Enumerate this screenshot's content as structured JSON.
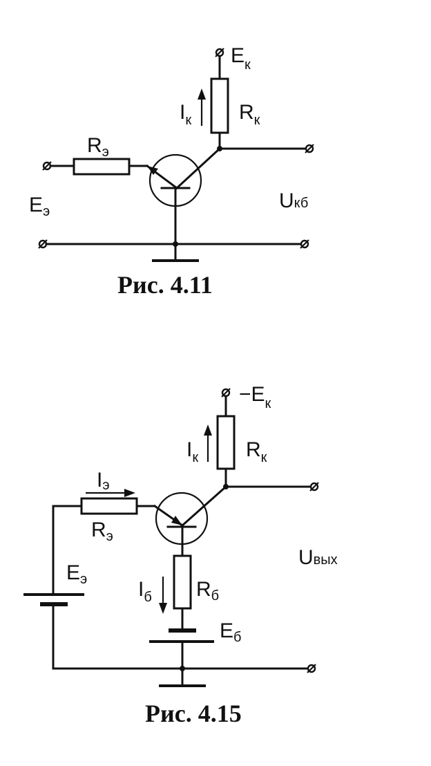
{
  "fig1": {
    "caption": "Рис. 4.11",
    "labels": {
      "ek_main": "E",
      "ek_sub": "к",
      "ik_main": "I",
      "ik_sub": "к",
      "rk_main": "R",
      "rk_sub": "к",
      "re_main": "R",
      "re_sub": "э",
      "ee_main": "E",
      "ee_sub": "э",
      "ukb_main": "U",
      "ukb_sub": "кб"
    }
  },
  "fig2": {
    "caption": "Рис. 4.15",
    "labels": {
      "ek_main": "−E",
      "ek_sub": "к",
      "ik_main": "I",
      "ik_sub": "к",
      "rk_main": "R",
      "rk_sub": "к",
      "ie_main": "I",
      "ie_sub": "э",
      "re_main": "R",
      "re_sub": "э",
      "ee_main": "E",
      "ee_sub": "э",
      "uout_main": "U",
      "uout_sub": "вых",
      "ib_main": "I",
      "ib_sub": "б",
      "rb_main": "R",
      "rb_sub": "б",
      "eb_main": "E",
      "eb_sub": "б"
    }
  }
}
